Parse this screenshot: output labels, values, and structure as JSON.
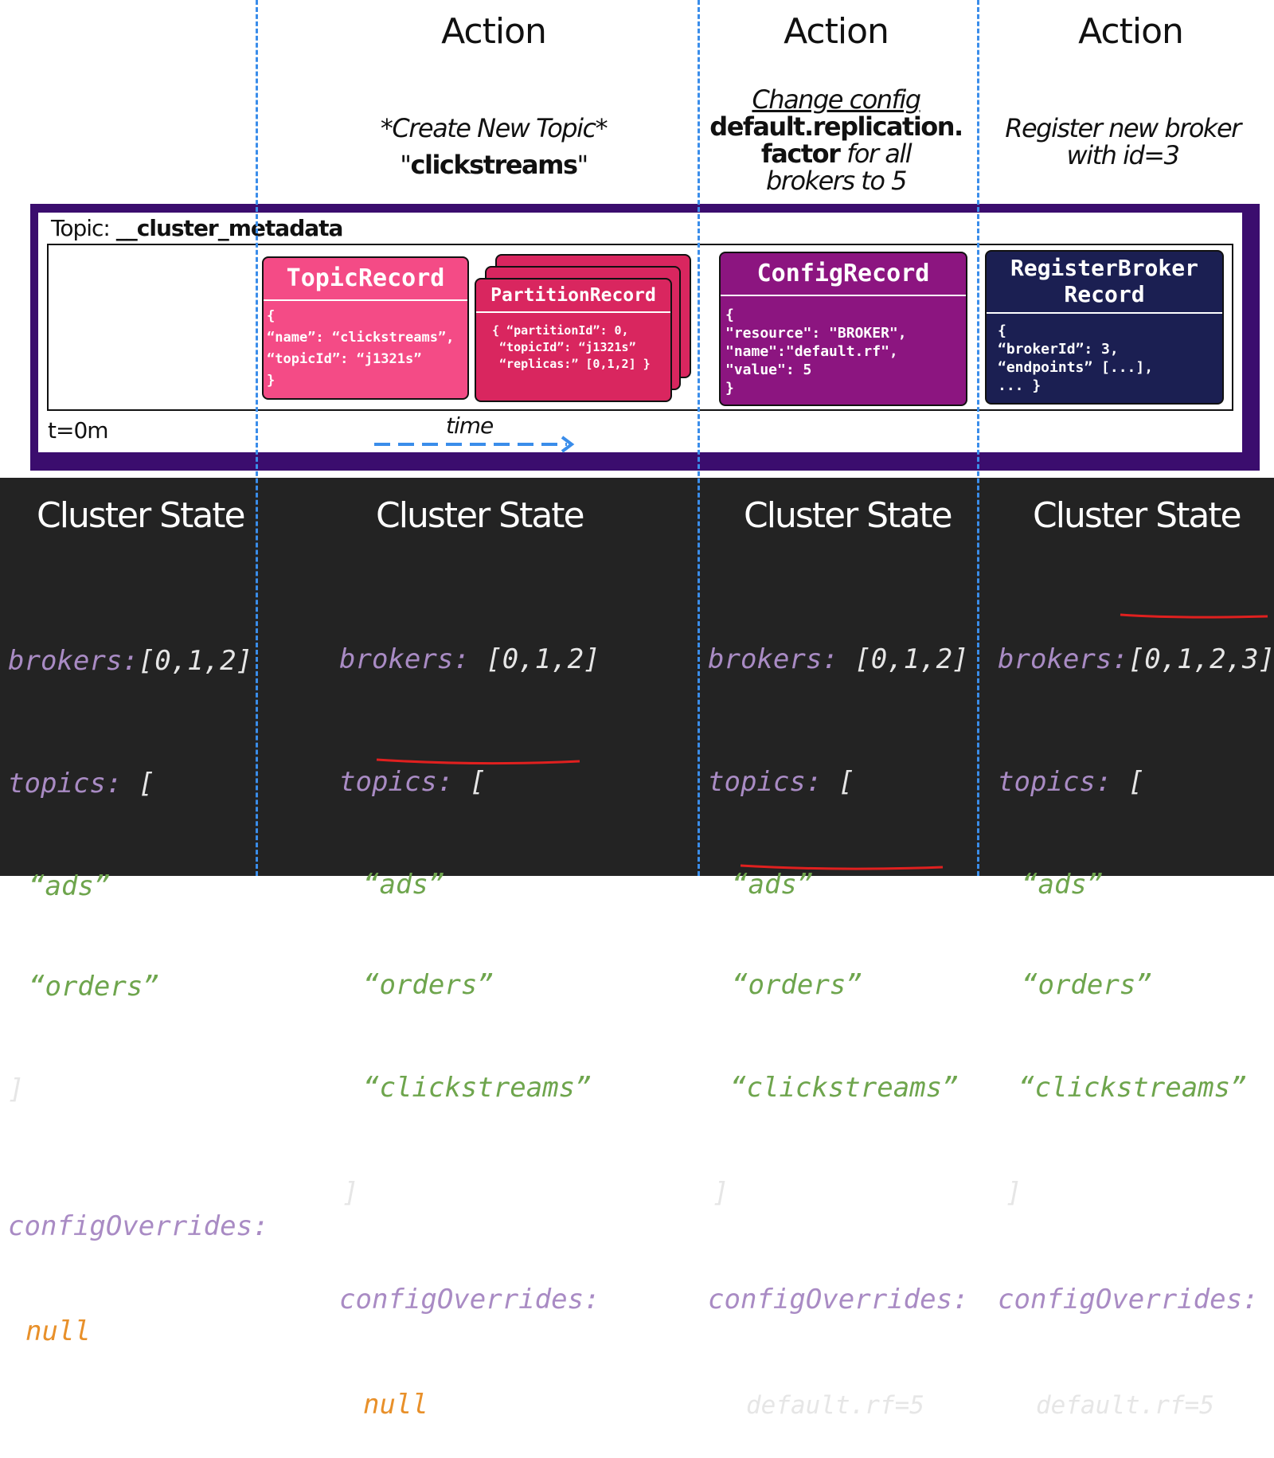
{
  "actions": [
    {
      "header": "Action",
      "desc_prefix": "*Create New Topic*",
      "desc_quote_open": "\"",
      "desc_bold": "clickstreams",
      "desc_quote_close": "\""
    },
    {
      "header": "Action",
      "desc_line1": "Change config",
      "desc_line2": "default.replication.",
      "desc_line3_bold": "factor",
      "desc_line3_rest": " for all",
      "desc_line4": "brokers to 5"
    },
    {
      "header": "Action",
      "desc_line1": "Register new broker",
      "desc_line2": "with id=3"
    }
  ],
  "log": {
    "topic_prefix": "Topic: ",
    "topic_name": "__cluster_metadata",
    "start_label": "t=0m",
    "time_label": "time"
  },
  "records": [
    {
      "title": "TopicRecord",
      "body": "{\n“name”: “clickstreams”,\n“topicId”: “j1321s”\n}",
      "color": "#f44b86"
    },
    {
      "title": "PartitionRecord",
      "body": "{ “partitionId”: 0,\n “topicId”: “j1321s”\n “replicas:” [0,1,2] }",
      "color": "#d9265f"
    },
    {
      "title": "ConfigRecord",
      "body": "{\n\"resource\": \"BROKER\",\n\"name\":\"default.rf\",\n\"value\": 5\n}",
      "color": "#8c1580"
    },
    {
      "title_line1": "RegisterBroker",
      "title_line2": "Record",
      "body": "{\n“brokerId”: 3,\n“endpoints” [...],\n... }",
      "color": "#1b1f52"
    }
  ],
  "states": [
    {
      "title": "Cluster State",
      "brokers_key": "brokers:",
      "brokers_val": "[0,1,2]",
      "topics_key": "topics:",
      "open": " [",
      "topics": [
        "“ads”",
        "“orders”"
      ],
      "close": "]",
      "cfg_key": "configOverrides:",
      "cfg_val": "null"
    },
    {
      "title": "Cluster State",
      "brokers_key": "brokers:",
      "brokers_val": " [0,1,2]",
      "topics_key": "topics:",
      "open": " [",
      "topics": [
        "“ads”",
        "“orders”",
        "“clickstreams”"
      ],
      "close": "]",
      "cfg_key": "configOverrides:",
      "cfg_val": "null"
    },
    {
      "title": "Cluster State",
      "brokers_key": "brokers:",
      "brokers_val": " [0,1,2]",
      "topics_key": "topics:",
      "open": " [",
      "topics": [
        "“ads”",
        "“orders”",
        "“clickstreams”"
      ],
      "close": "]",
      "cfg_key": "configOverrides:",
      "cfg_val": "default.rf=5"
    },
    {
      "title": "Cluster State",
      "brokers_key": "brokers:",
      "brokers_val": "[0,1,2,3]",
      "topics_key": "topics:",
      "open": " [",
      "topics": [
        "“ads”",
        "“orders”",
        "“clickstreams”"
      ],
      "close": "]",
      "cfg_key": "configOverrides:",
      "cfg_val": "default.rf=5"
    }
  ],
  "colors": {
    "divider": "#3a8dea",
    "frame": "#3b0d6e",
    "dark_bg": "#232323",
    "highlight": "#e0201f",
    "key": "#a98bc4",
    "string": "#6ea54d",
    "null": "#e8902a"
  }
}
